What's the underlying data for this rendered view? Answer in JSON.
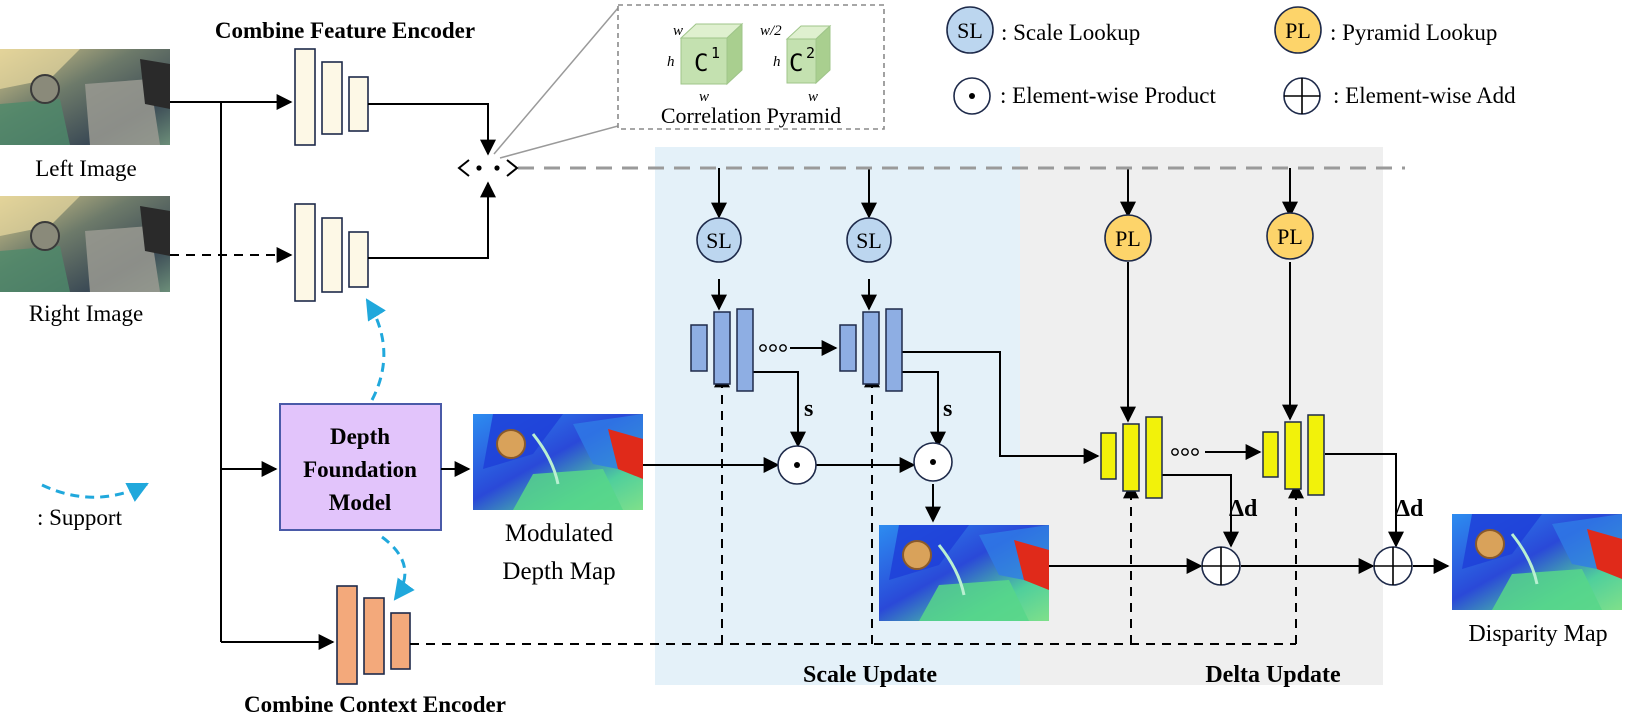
{
  "encoders": {
    "feature_title": "Combine Feature Encoder",
    "context_title": "Combine Context Encoder"
  },
  "inputs": {
    "left_image_label": "Left Image",
    "right_image_label": "Right Image"
  },
  "depth_model": {
    "line1": "Depth",
    "line2": "Foundation",
    "line3": "Model"
  },
  "modulated": {
    "line1": "Modulated",
    "line2": "Depth Map"
  },
  "output": {
    "label": "Disparity Map"
  },
  "support": {
    "label": ": Support"
  },
  "correlation": {
    "title": "Correlation Pyramid",
    "c1_letter": "C",
    "c1_exp": "1",
    "c2_letter": "C",
    "c2_exp": "2",
    "c1_w": "w",
    "c1_h": "h",
    "c1_w_bottom": "w",
    "c2_w": "w/2",
    "c2_h": "h",
    "c2_w_bottom": "w"
  },
  "legend": {
    "sl_symbol": "SL",
    "sl_label": ": Scale Lookup",
    "pl_symbol": "PL",
    "pl_label": ": Pyramid Lookup",
    "product_label": ": Element-wise Product",
    "add_label": ": Element-wise Add"
  },
  "nodes": {
    "sl": "SL",
    "pl": "PL",
    "scale_symbol": "s",
    "delta_symbol": "Δd"
  },
  "regions": {
    "scale_update": "Scale Update",
    "delta_update": "Delta Update"
  },
  "colors": {
    "scale_region": "#e4f1f9",
    "delta_region": "#efefef",
    "feature_block": "#fdf8e6",
    "context_block": "#f3a97b",
    "depth_model_fill": "#e2c4fb",
    "depth_model_stroke": "#4a5aa8",
    "sl_fill": "#bcd6ef",
    "pl_fill": "#fdd46a",
    "scale_block": "#8eaee3",
    "delta_block": "#f2f20a",
    "support_arrow": "#20a8dc",
    "corr_cube": "#c4e1b0"
  }
}
